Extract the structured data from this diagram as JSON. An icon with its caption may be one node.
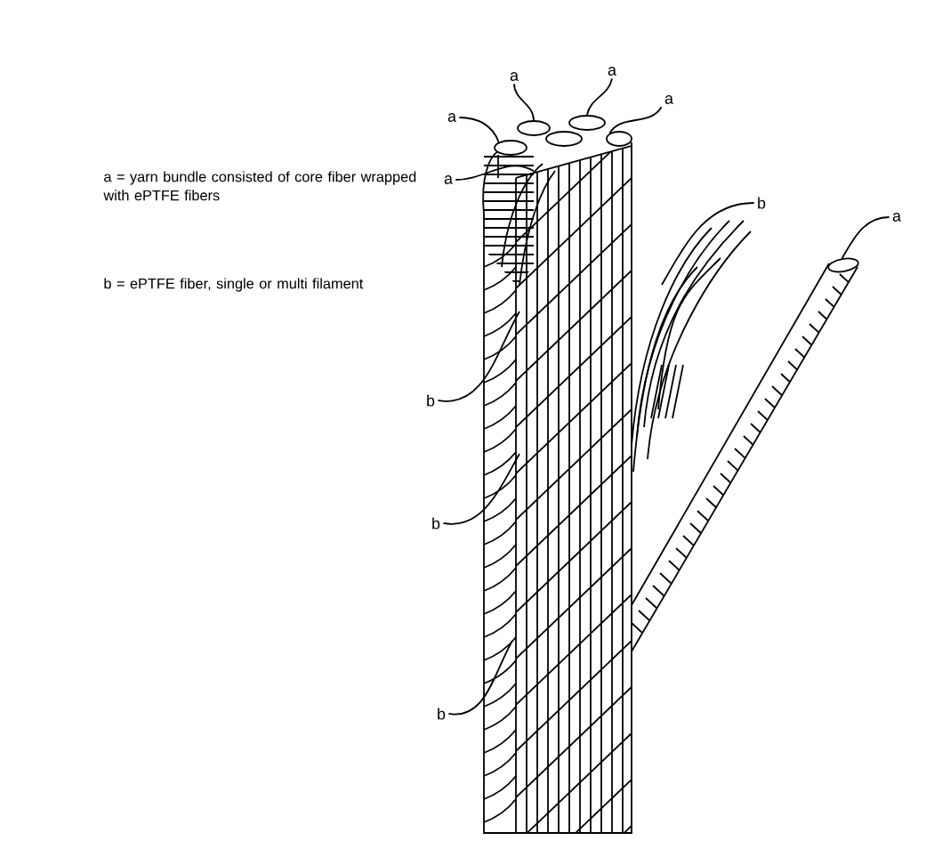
{
  "diagram": {
    "nodes": [
      {
        "text": [
          "a"
        ]
      },
      {
        "text": [
          "a"
        ]
      },
      {
        "text": [
          "a"
        ]
      },
      {
        "text": [
          "a"
        ]
      },
      {
        "text": [
          "a"
        ]
      },
      {
        "text": [
          "b"
        ]
      },
      {
        "text": [
          "a"
        ]
      },
      {
        "text": [
          "b"
        ]
      },
      {
        "text": [
          "b"
        ]
      },
      {
        "text": [
          "b"
        ]
      },
      {
        "text": [],
        "shape": "circle"
      },
      {
        "text": [],
        "shape": "circle"
      },
      {
        "text": [],
        "shape": "circle"
      },
      {
        "text": [],
        "shape": "circle"
      },
      {
        "text": [],
        "shape": "circle"
      },
      {
        "text": [],
        "shape": "circle"
      }
    ],
    "edges": [
      {
        "from": 0,
        "to": 11,
        "arrow": "none"
      },
      {
        "from": 1,
        "to": 13,
        "arrow": "none"
      },
      {
        "from": 2,
        "to": 14,
        "arrow": "none"
      },
      {
        "from": 3,
        "to": 10,
        "arrow": "none"
      },
      {
        "from": 4,
        "to": null,
        "arrow": "none"
      },
      {
        "from": 5,
        "to": null,
        "arrow": "none"
      },
      {
        "from": 6,
        "to": 15,
        "arrow": "none"
      },
      {
        "from": 7,
        "to": null,
        "arrow": "none"
      },
      {
        "from": 8,
        "to": null,
        "arrow": "none"
      },
      {
        "from": 9,
        "to": null,
        "arrow": "none"
      }
    ],
    "labels": [
      "a = yarn bundle consisted of core fiber wrapped with ePTFE fibers",
      "b = ePTFE fiber, single or multi filament"
    ]
  }
}
